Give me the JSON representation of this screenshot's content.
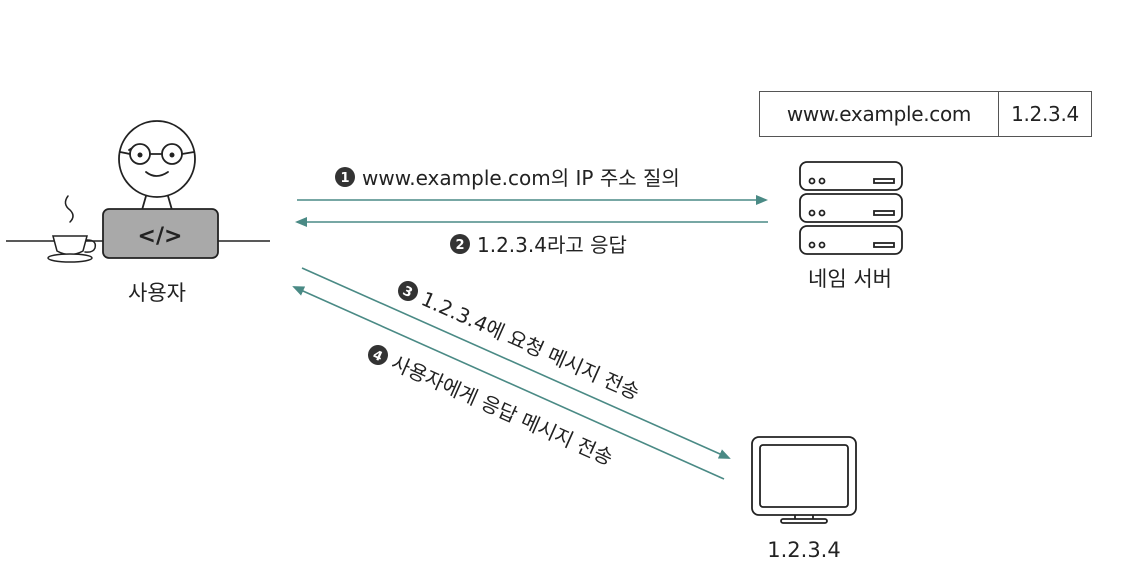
{
  "dns_record": {
    "domain": "www.example.com",
    "ip": "1.2.3.4"
  },
  "nodes": {
    "user": {
      "label": "사용자",
      "laptop_symbol": "</>"
    },
    "name_server": {
      "label": "네임 서버"
    },
    "web_server": {
      "label": "1.2.3.4"
    }
  },
  "steps": [
    {
      "number": "1",
      "text": "www.example.com의 IP 주소 질의"
    },
    {
      "number": "2",
      "text": "1.2.3.4라고 응답"
    },
    {
      "number": "3",
      "text": "1.2.3.4에 요청 메시지 전송"
    },
    {
      "number": "4",
      "text": "사용자에게 응답 메시지 전송"
    }
  ],
  "colors": {
    "arrow": "#4a8a85",
    "ink": "#222222",
    "laptop": "#a9a9a9",
    "badge": "#333333"
  },
  "icons": [
    "person-with-glasses-icon",
    "laptop-icon",
    "coffee-cup-icon",
    "server-stack-icon",
    "monitor-icon"
  ]
}
